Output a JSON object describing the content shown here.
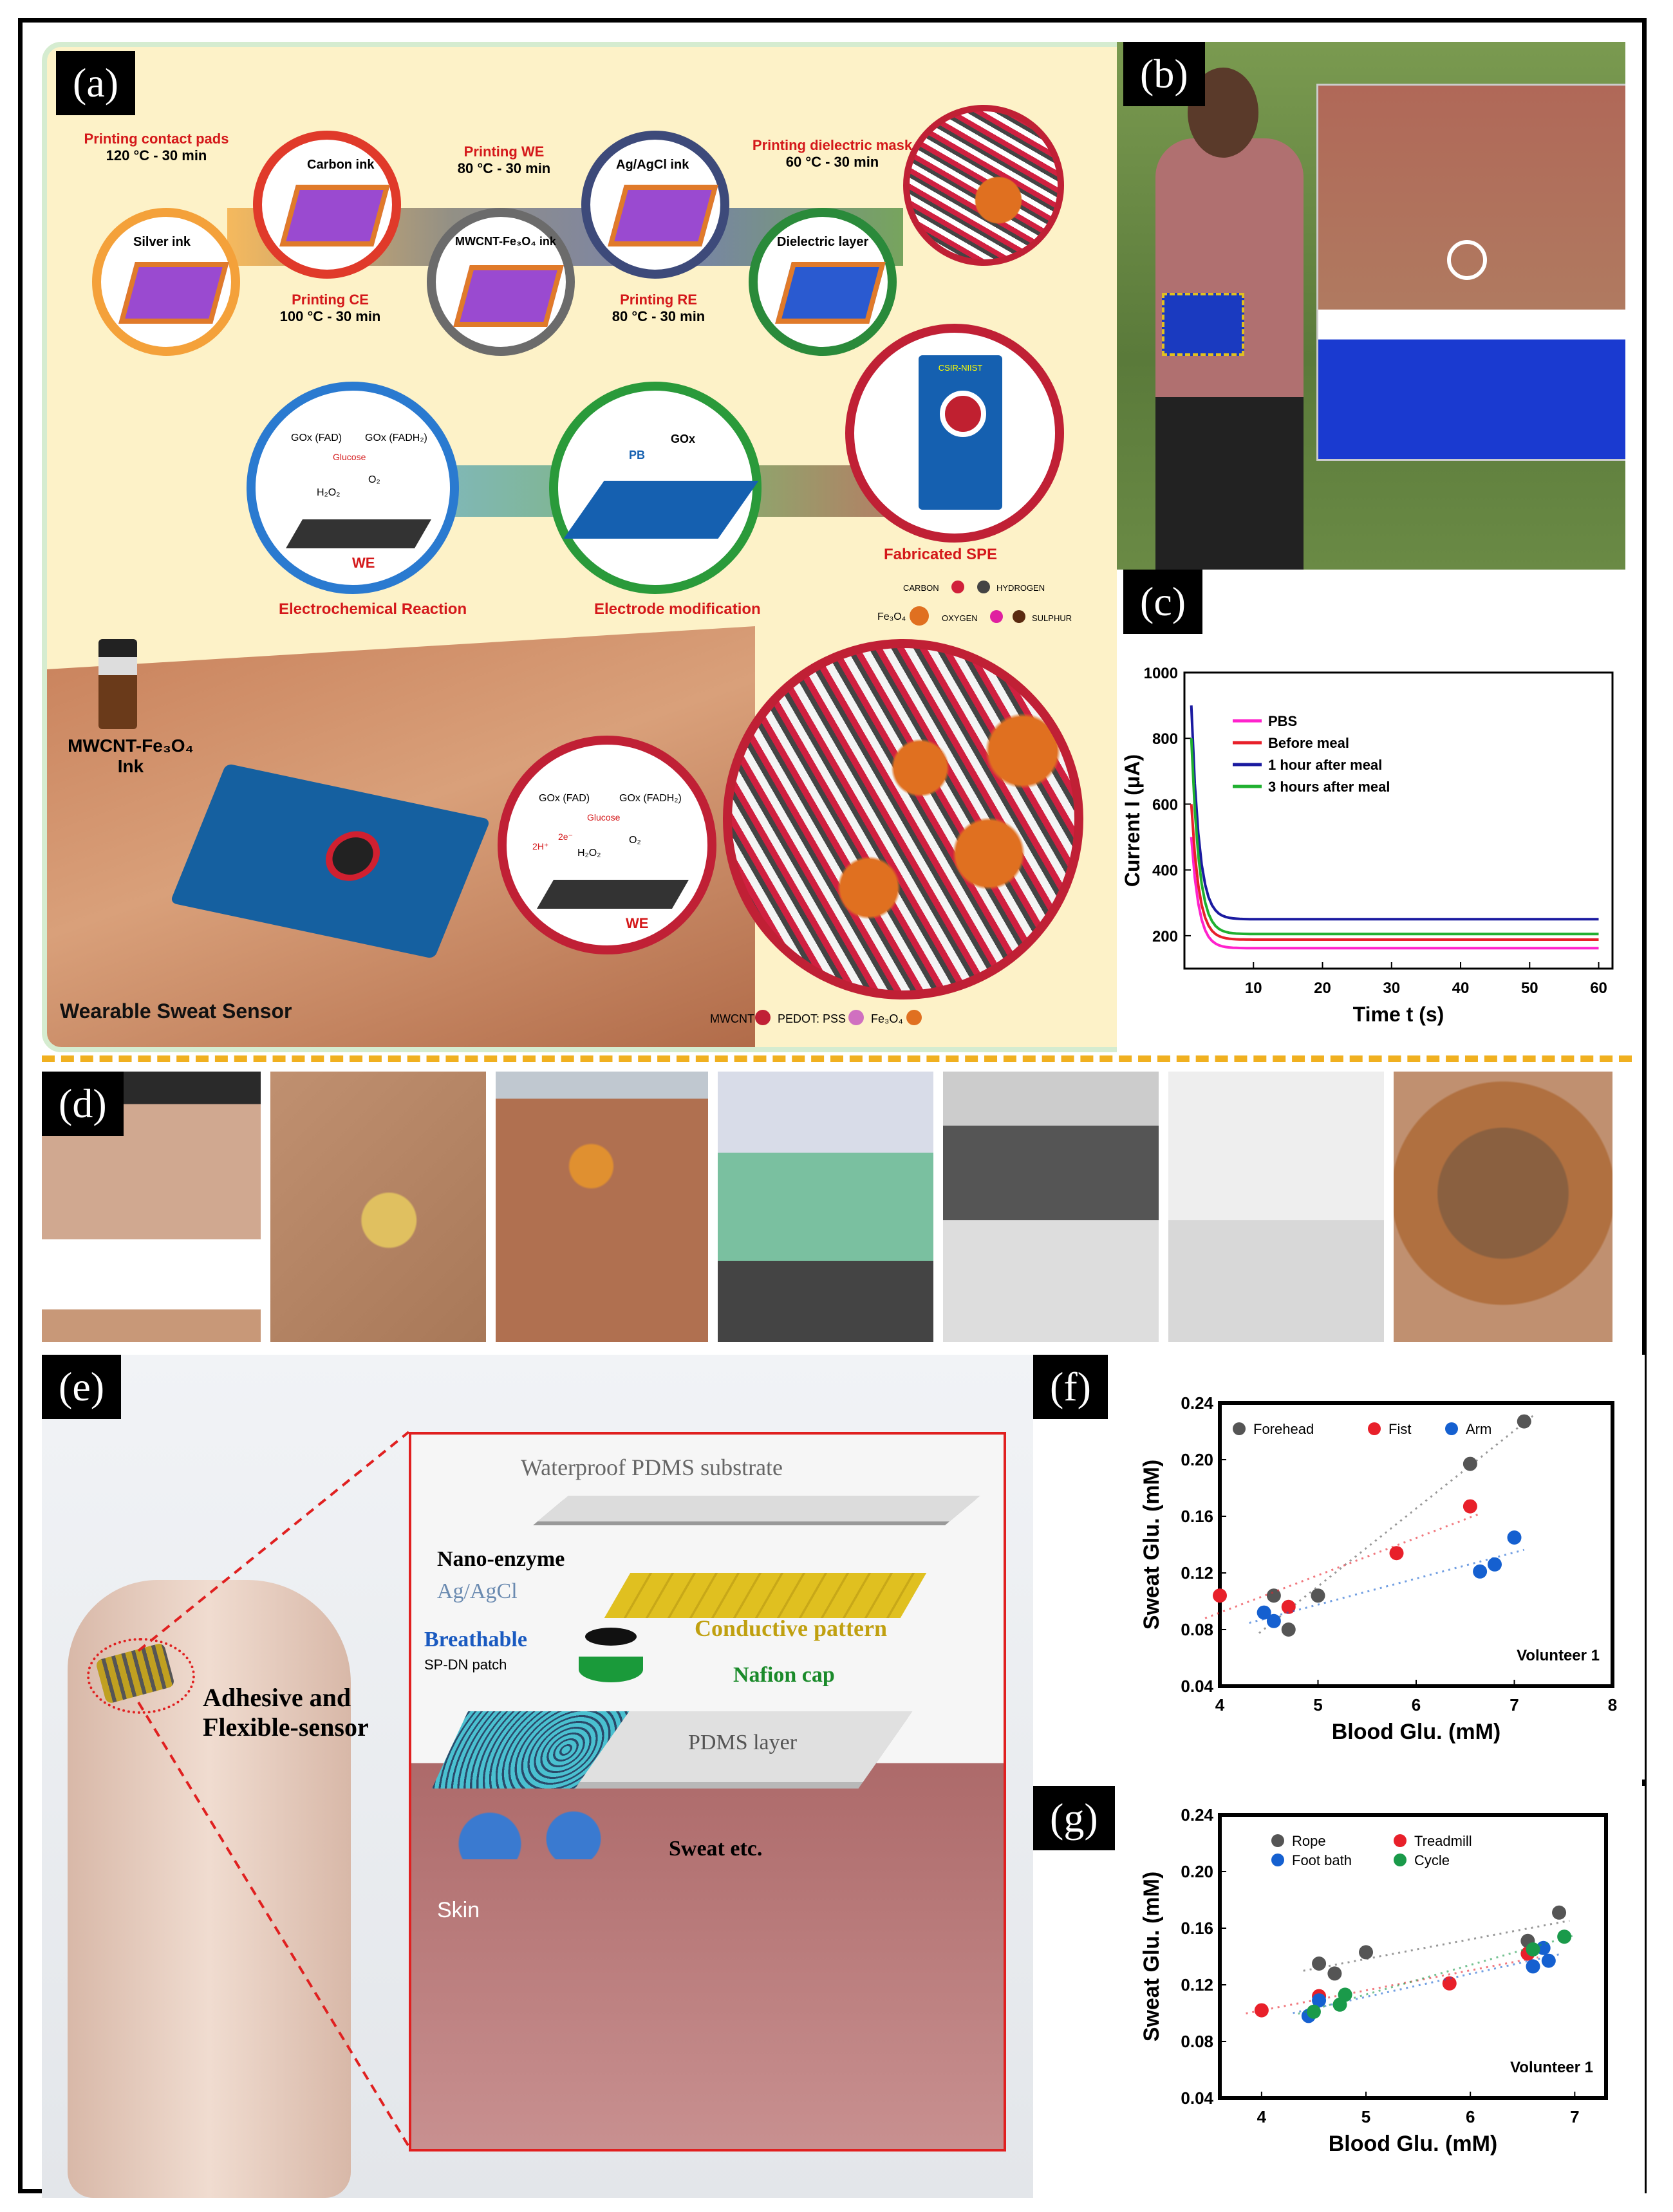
{
  "panels": {
    "a": {
      "label": "(a)",
      "steps": [
        {
          "title": "Printing contact pads",
          "cond": "120 °C - 30 min"
        },
        {
          "title": "Printing CE",
          "cond": "100 °C - 30 min"
        },
        {
          "title": "Printing WE",
          "cond": "80 °C - 30 min"
        },
        {
          "title": "Printing RE",
          "cond": "80 °C - 30 min"
        },
        {
          "title": "Printing dielectric mask",
          "cond": "60 °C - 30 min"
        }
      ],
      "inks": {
        "silver": "Silver ink",
        "carbon": "Carbon ink",
        "mwcnt": "MWCNT-Fe₃O₄ ink",
        "agagcl": "Ag/AgCl ink",
        "dielectric": "Dielectric layer"
      },
      "electrochem": {
        "gox_fad": "GOx (FAD)",
        "gox_fadh2": "GOx (FADH₂)",
        "glucose": "Glucose",
        "h_plus": "2H⁺",
        "e_minus": "2e⁻",
        "h2o2": "H₂O₂",
        "o2": "O₂",
        "we": "WE"
      },
      "captions": {
        "reaction": "Electrochemical Reaction",
        "modification": "Electrode modification",
        "spe": "Fabricated SPE",
        "pb": "PB",
        "gox": "GOx",
        "spe_logo": "CSIR-NIIST"
      },
      "atoms": {
        "carbon": "CARBON",
        "hydrogen": "HYDROGEN",
        "fe3o4": "Fe₃O₄",
        "oxygen": "OXYGEN",
        "sulphur": "SULPHUR"
      },
      "vial": "MWCNT-Fe₃O₄ Ink",
      "sensor_caption": "Wearable Sweat Sensor",
      "materials": {
        "mwcnt": "MWCNT",
        "pedot": "PEDOT: PSS",
        "fe3o4": "Fe₃O₄"
      }
    },
    "b": {
      "label": "(b)"
    },
    "c": {
      "label": "(c)"
    },
    "d": {
      "label": "(d)"
    },
    "e": {
      "label": "(e)",
      "substrate": "Waterproof PDMS substrate",
      "nanoenzyme": "Nano-enzyme",
      "agagcl": "Ag/AgCl",
      "breathable": "Breathable",
      "patch": "SP-DN patch",
      "conductive": "Conductive pattern",
      "nafion": "Nafion cap",
      "pdms_layer": "PDMS layer",
      "sweat": "Sweat etc.",
      "skin": "Skin",
      "adhesive": "Adhesive and",
      "flexible": "Flexible-sensor"
    },
    "f": {
      "label": "(f)"
    },
    "g": {
      "label": "(g)"
    }
  },
  "chart_data": [
    {
      "id": "c",
      "type": "line",
      "xlabel": "Time t (s)",
      "ylabel": "Current I (μA)",
      "xlim": [
        0,
        62
      ],
      "ylim": [
        100,
        1000
      ],
      "xticks": [
        10,
        20,
        30,
        40,
        50,
        60
      ],
      "yticks": [
        200,
        400,
        600,
        800,
        1000
      ],
      "legend": "top-left",
      "series": [
        {
          "name": "PBS",
          "color": "#ff22cc",
          "y0": 500,
          "plateau": 162
        },
        {
          "name": "Before meal",
          "color": "#e8202a",
          "y0": 600,
          "plateau": 188
        },
        {
          "name": "1 hour after meal",
          "color": "#1a1aa0",
          "y0": 900,
          "plateau": 250
        },
        {
          "name": "3 hours after meal",
          "color": "#20b030",
          "y0": 800,
          "plateau": 205
        }
      ]
    },
    {
      "id": "f",
      "type": "scatter",
      "xlabel": "Blood Glu. (mM)",
      "ylabel": "Sweat Glu. (mM)",
      "xlim": [
        4,
        8
      ],
      "ylim": [
        0.04,
        0.24
      ],
      "xticks": [
        4,
        5,
        6,
        7,
        8
      ],
      "yticks": [
        0.04,
        0.08,
        0.12,
        0.16,
        0.2,
        0.24
      ],
      "annotation": "Volunteer 1",
      "legend": "top",
      "series": [
        {
          "name": "Forehead",
          "color": "#555555",
          "x": [
            4.55,
            4.7,
            5.0,
            6.55,
            7.1
          ],
          "y": [
            0.104,
            0.08,
            0.104,
            0.197,
            0.227
          ]
        },
        {
          "name": "Fist",
          "color": "#e8202a",
          "x": [
            4.0,
            4.7,
            5.8,
            6.55
          ],
          "y": [
            0.104,
            0.096,
            0.134,
            0.167
          ]
        },
        {
          "name": "Arm",
          "color": "#1560d0",
          "x": [
            4.45,
            4.55,
            6.65,
            6.8,
            7.0
          ],
          "y": [
            0.092,
            0.086,
            0.121,
            0.126,
            0.145
          ]
        }
      ]
    },
    {
      "id": "g",
      "type": "scatter",
      "xlabel": "Blood Glu. (mM)",
      "ylabel": "Sweat Glu. (mM)",
      "xlim": [
        3.6,
        7.3
      ],
      "ylim": [
        0.04,
        0.24
      ],
      "xticks": [
        4,
        5,
        6,
        7
      ],
      "yticks": [
        0.04,
        0.08,
        0.12,
        0.16,
        0.2,
        0.24
      ],
      "annotation": "Volunteer 1",
      "legend": "top",
      "series": [
        {
          "name": "Rope",
          "color": "#555555",
          "x": [
            4.55,
            4.7,
            5.0,
            6.55,
            6.85
          ],
          "y": [
            0.135,
            0.128,
            0.143,
            0.151,
            0.171
          ]
        },
        {
          "name": "Treadmill",
          "color": "#e8202a",
          "x": [
            4.0,
            4.55,
            5.8,
            6.55
          ],
          "y": [
            0.102,
            0.112,
            0.121,
            0.142
          ]
        },
        {
          "name": "Foot bath",
          "color": "#1560d0",
          "x": [
            4.45,
            4.55,
            6.6,
            6.7,
            6.75
          ],
          "y": [
            0.098,
            0.109,
            0.133,
            0.146,
            0.137
          ]
        },
        {
          "name": "Cycle",
          "color": "#1a9a4a",
          "x": [
            4.5,
            4.75,
            4.8,
            6.6,
            6.9
          ],
          "y": [
            0.101,
            0.106,
            0.113,
            0.145,
            0.154
          ]
        }
      ]
    }
  ]
}
